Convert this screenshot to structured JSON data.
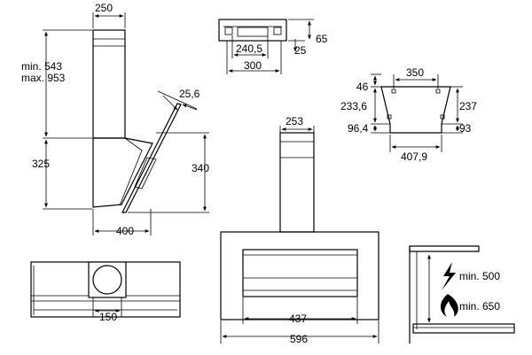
{
  "side_view": {
    "top_width": "250",
    "min_height": "min. 543",
    "max_height": "max. 953",
    "hood_height": "325",
    "angle_label": "25,6",
    "glass_height": "340",
    "depth": "400"
  },
  "top_view": {
    "outlet_diameter": "150"
  },
  "bracket_view": {
    "inner_width": "240,5",
    "outer_width": "300",
    "height_right": "65",
    "small_right": "25"
  },
  "mount_view": {
    "top_width": "350",
    "left_top": "46",
    "left_mid": "233,6",
    "left_bottom": "96,4",
    "right_mid": "237",
    "right_bottom": "93",
    "bottom_width": "407,9"
  },
  "front_view": {
    "chimney_width": "253",
    "panel_width": "437",
    "total_width": "596"
  },
  "clearance_view": {
    "electric_min": "min. 500",
    "gas_min": "min. 650"
  }
}
